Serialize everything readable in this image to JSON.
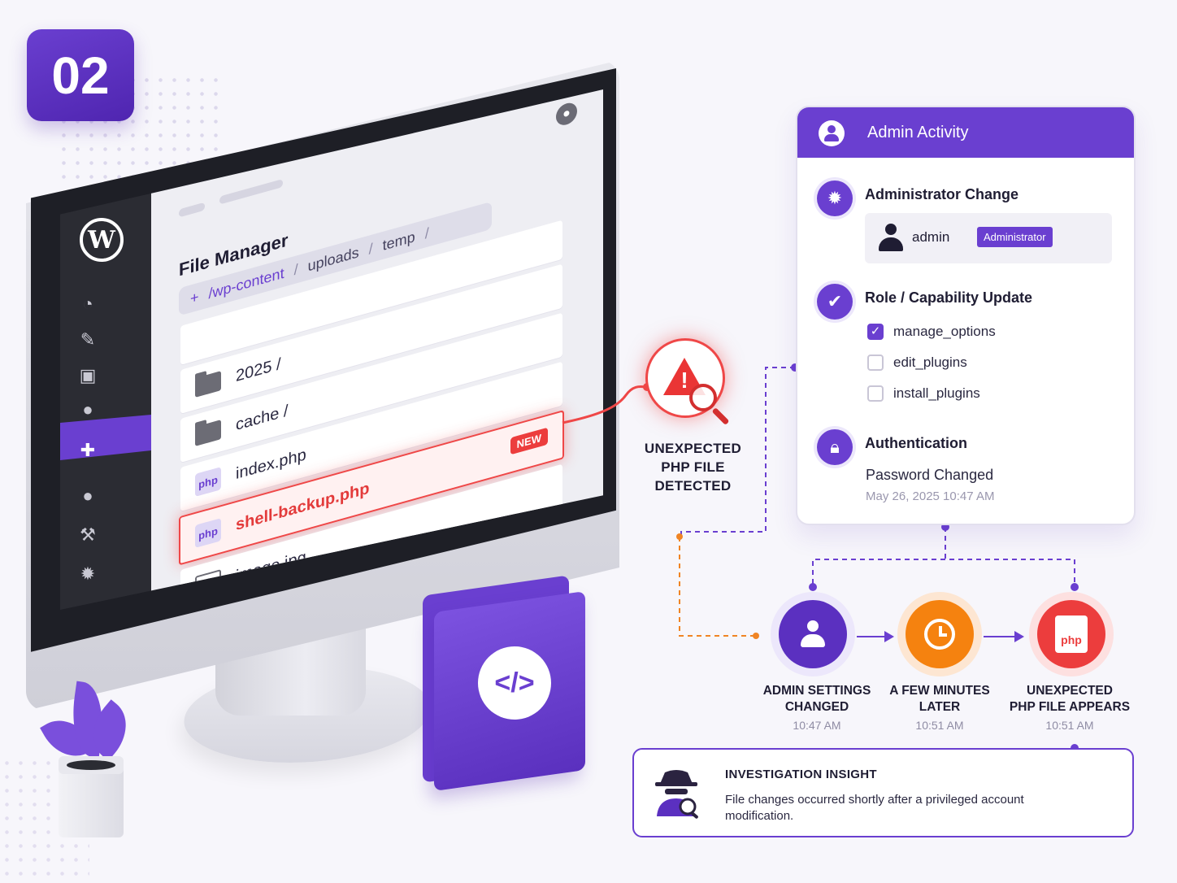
{
  "step": {
    "number": "02"
  },
  "file_manager": {
    "title": "File Manager",
    "breadcrumb": {
      "plus": "+",
      "root": "/wp-content",
      "sep": "/",
      "seg1": "uploads",
      "seg2": "temp"
    },
    "files": [
      {
        "name": "2025 /",
        "icon": "folder-icon"
      },
      {
        "name": "cache /",
        "icon": "folder-icon"
      },
      {
        "name": "index.php",
        "icon": "php-file-icon",
        "icon_label": "php"
      },
      {
        "name": "shell-backup.php",
        "icon": "php-file-icon",
        "icon_label": "php",
        "badge": "NEW",
        "flagged": true
      },
      {
        "name": "image.jpg",
        "icon": "image-file-icon"
      }
    ],
    "sidebar_icons": [
      "dashboard-icon",
      "pin-icon",
      "media-icon",
      "comments-icon",
      "plugins-icon",
      "users-icon",
      "tools-icon",
      "settings-icon"
    ]
  },
  "alert": {
    "line1": "UNEXPECTED",
    "line2": "PHP FILE",
    "line3": "DETECTED"
  },
  "admin_activity": {
    "title": "Admin Activity",
    "administrator_change": {
      "title": "Administrator Change",
      "username": "admin",
      "role": "Administrator"
    },
    "role_update": {
      "title": "Role / Capability Update",
      "capabilities": [
        {
          "name": "manage_options",
          "checked": true
        },
        {
          "name": "edit_plugins",
          "checked": false
        },
        {
          "name": "install_plugins",
          "checked": false
        }
      ]
    },
    "authentication": {
      "title": "Authentication",
      "event": "Password Changed",
      "timestamp": "May 26, 2025  10:47 AM"
    }
  },
  "timeline": [
    {
      "label1": "ADMIN SETTINGS",
      "label2": "CHANGED",
      "time": "10:47 AM",
      "color": "#5b30c0"
    },
    {
      "label1": "A FEW MINUTES",
      "label2": "LATER",
      "time": "10:51 AM",
      "color": "#f5820f"
    },
    {
      "label1": "UNEXPECTED",
      "label2": "PHP FILE APPEARS",
      "time": "10:51 AM",
      "color": "#ec3d3d",
      "icon_label": "php"
    }
  ],
  "insight": {
    "title": "INVESTIGATION INSIGHT",
    "text": "File changes occurred shortly after a privileged account modification."
  },
  "colors": {
    "accent": "#6a3fd0",
    "danger": "#ec3d3d",
    "warning": "#f5820f"
  }
}
